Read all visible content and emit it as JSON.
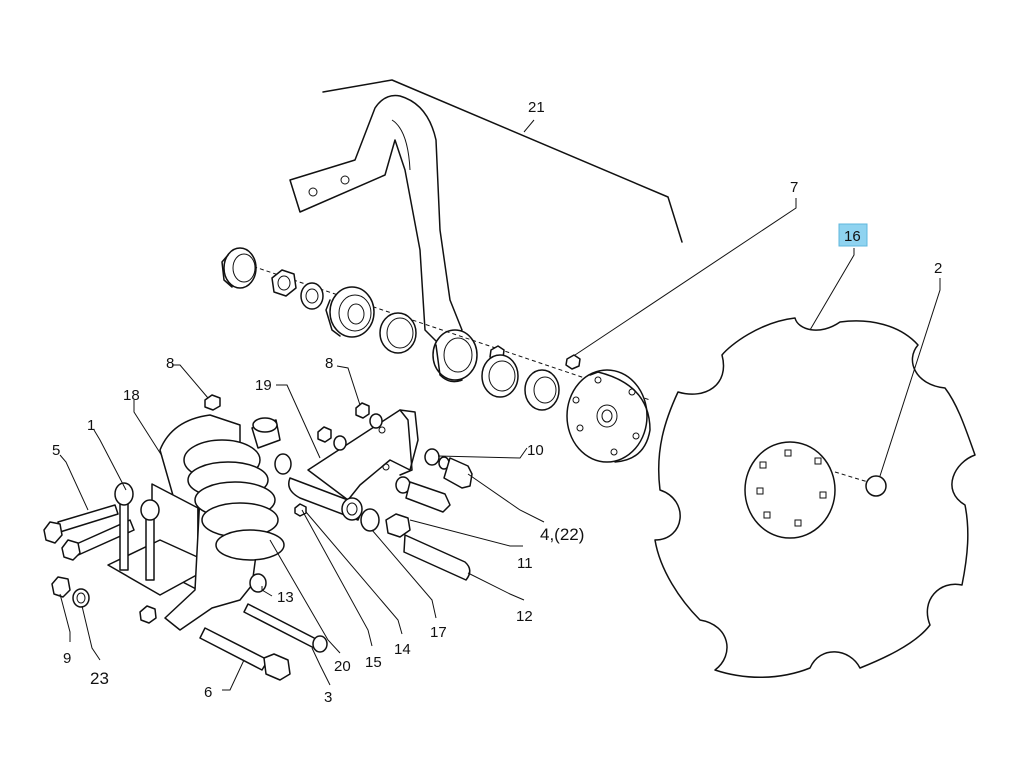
{
  "callouts": {
    "c21": "21",
    "c7": "7",
    "c16": "16",
    "c2": "2",
    "c8a": "8",
    "c8b": "8",
    "c18": "18",
    "c19": "19",
    "c1": "1",
    "c5": "5",
    "c10": "10",
    "c4": "4,(22)",
    "c11": "11",
    "c12": "12",
    "c13": "13",
    "c9": "9",
    "c23": "23",
    "c6": "6",
    "c20": "20",
    "c3": "3",
    "c15": "15",
    "c14": "14",
    "c17": "17"
  },
  "highlighted_callout": "16",
  "colors": {
    "line": "#111111",
    "background": "#ffffff",
    "highlight": "#8fd3f0"
  }
}
